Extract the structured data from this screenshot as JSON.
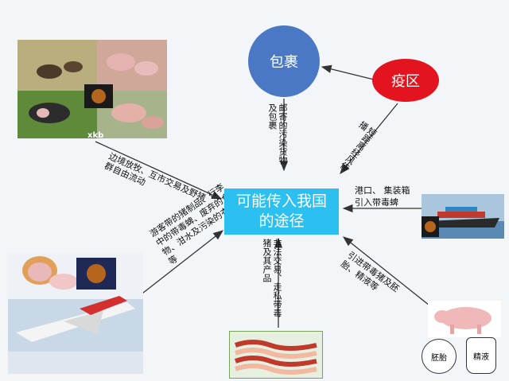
{
  "center": {
    "title": "可能传入我国的途径"
  },
  "nodes": {
    "package": "包裹",
    "epidemic_zone": "疫区"
  },
  "edges": {
    "package_to_center": "邮寄的污染货物及包裹",
    "zone_to_center": "短距离经风传播",
    "herding": "边境放牧、互市交易及野猪群自由流动",
    "port": "港口、 集装箱引入带毒蜱",
    "tourist": "游客带的猪制品、行李中的带毒蜱、废弃的食物、泔水及污染的衣物等",
    "smuggle": "非法交易、走私带毒猪及其产品",
    "breeding": "引进带毒猪及胚胎、精液等"
  },
  "breeding_items": {
    "embryo": "胚胎",
    "semen": "精液"
  },
  "photo_marks": {
    "xkb": "xkb"
  },
  "colors": {
    "center": "#2bc0f0",
    "package": "#4a78c4",
    "zone": "#e3141f",
    "arrow": "#333333"
  }
}
